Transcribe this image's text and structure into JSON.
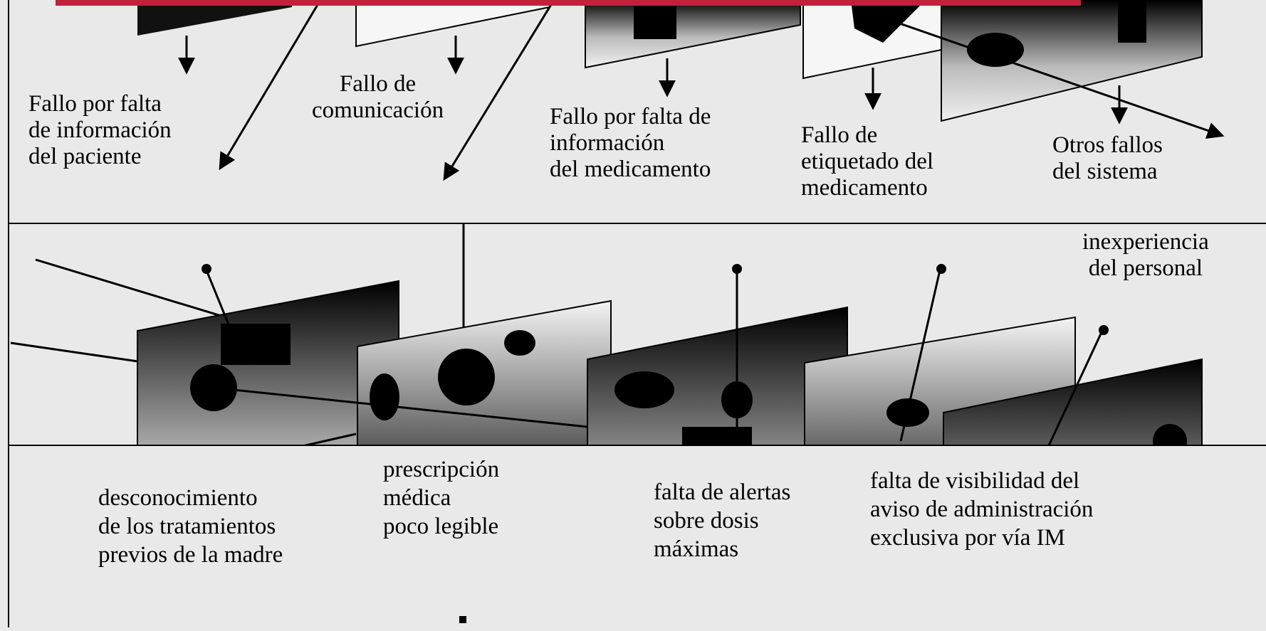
{
  "colors": {
    "accent": "#c0223a",
    "background": "#e9e9e9",
    "ink": "#000000"
  },
  "panel1": {
    "labels": [
      "Fallo por falta\nde información\ndel paciente",
      "Fallo de\ncomunicación",
      "Fallo por falta de\ninformación\ndel medicamento",
      "Fallo de\netiquetado del\nmedicamento",
      "Otros fallos\ndel sistema"
    ]
  },
  "panel2": {
    "labels": [
      "inexperiencia\ndel personal"
    ]
  },
  "panel3": {
    "labels": [
      "desconocimiento\nde los tratamientos\nprevios de la madre",
      "prescripción\nmédica\npoco legible",
      "falta de alertas\nsobre dosis\nmáximas",
      "falta de visibilidad del\naviso de administración\nexclusiva por vía IM"
    ]
  }
}
